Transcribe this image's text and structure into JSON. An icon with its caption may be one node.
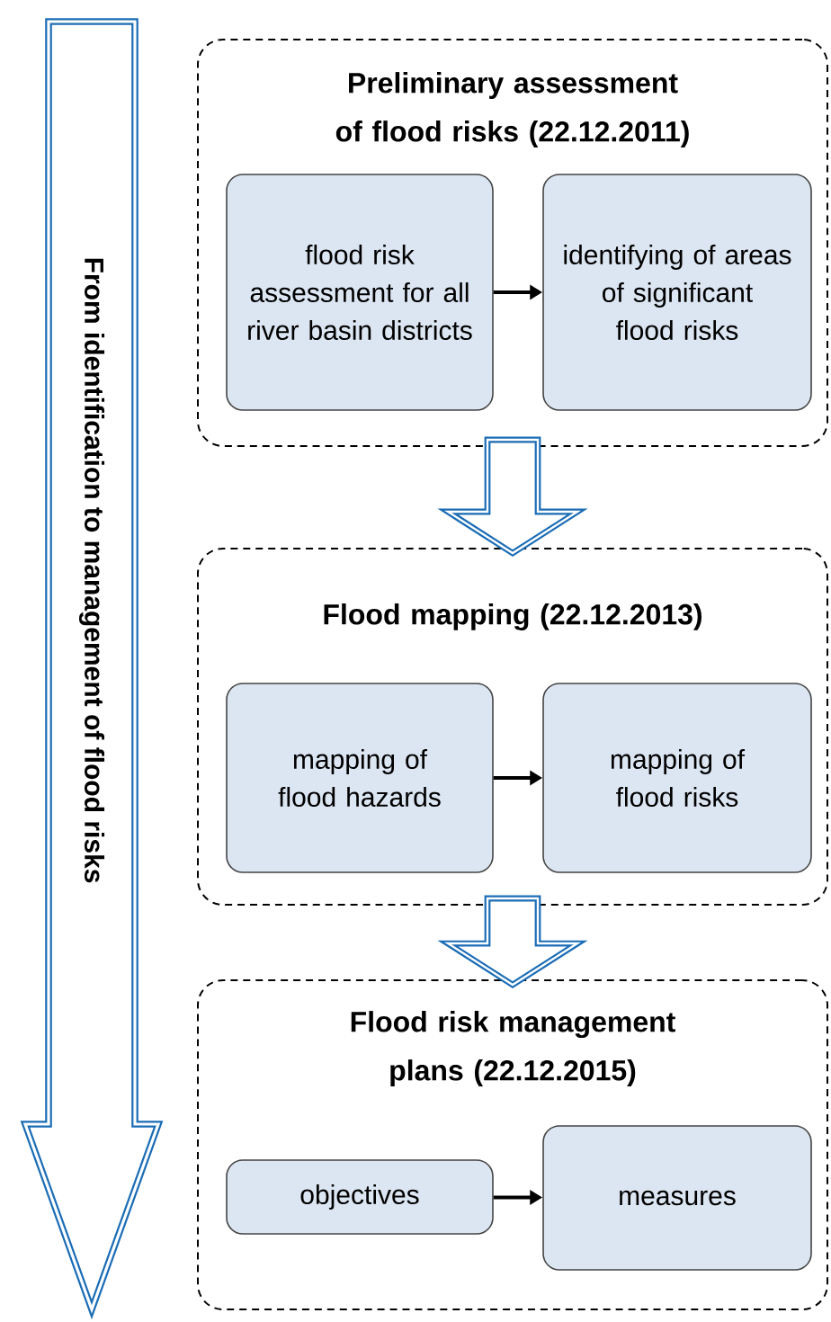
{
  "diagram": {
    "nodes": [
      {
        "text": [
          "From identification to management of flood risks"
        ]
      },
      {
        "text": [
          "Preliminary assessment of flood risks (22.12.2011)"
        ]
      },
      {
        "text": [
          "flood risk assessment for all river basin districts"
        ],
        "in": 1
      },
      {
        "text": [
          "identifying of areas of significant flood risks"
        ],
        "in": 1
      },
      {
        "text": [
          "Flood mapping (22.12.2013)"
        ]
      },
      {
        "text": [
          "mapping of flood hazards"
        ],
        "in": 4
      },
      {
        "text": [
          "mapping of flood risks"
        ],
        "in": 4
      },
      {
        "text": [
          "Flood risk management plans (22.12.2015)"
        ]
      },
      {
        "text": [
          "objectives"
        ],
        "in": 7
      },
      {
        "text": [
          "measures"
        ],
        "in": 7
      }
    ],
    "edges": [
      {
        "from": 2,
        "to": 3,
        "arrow": "to"
      },
      {
        "from": 5,
        "to": 6,
        "arrow": "to"
      },
      {
        "from": 8,
        "to": 9,
        "arrow": "to"
      },
      {
        "from": 1,
        "to": 4,
        "arrow": "to",
        "style": "thick",
        "color": "#1a6cb5"
      },
      {
        "from": 4,
        "to": 7,
        "arrow": "to",
        "style": "thick",
        "color": "#1a6cb5"
      }
    ]
  }
}
